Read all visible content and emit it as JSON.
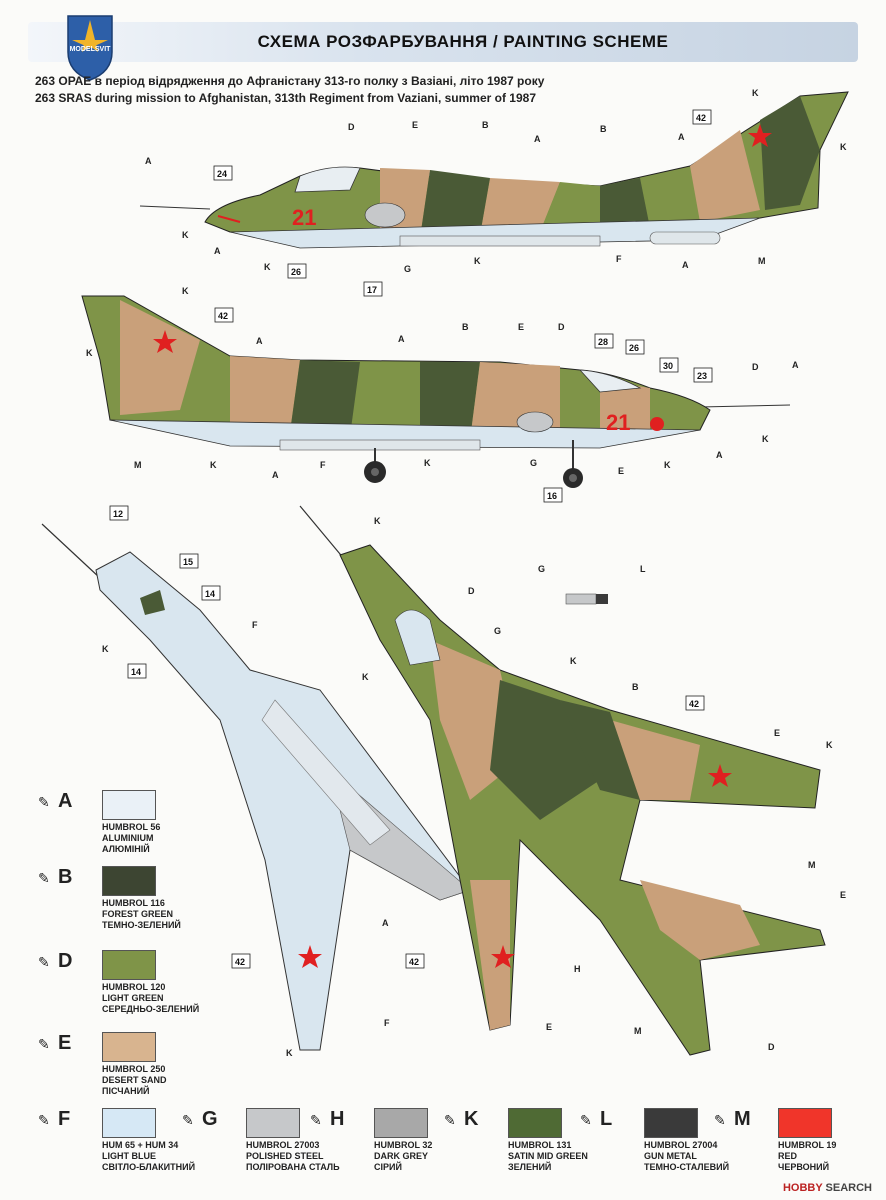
{
  "header": {
    "title": "СХЕМА РОЗФАРБУВАННЯ / PAINTING SCHEME",
    "logo_text": "MODELSVIT"
  },
  "captions": {
    "line1": "263 ОРАЕ в період відрядження до Афганістану 313-го полку з Вазіані, літо 1987 року",
    "line2": "263 SRAS during mission to Afghanistan, 313th Regiment  from Vaziani, summer of 1987"
  },
  "aircraft": {
    "bort_number": "21",
    "colors": {
      "forest": "#4a5a36",
      "light_green": "#7f9448",
      "sand": "#c9a07a",
      "blue": "#d9e6ef",
      "star": "#e02020"
    }
  },
  "callouts": {
    "side1": [
      "24",
      "42",
      "26",
      "17"
    ],
    "side2": [
      "42",
      "28",
      "26",
      "30",
      "23",
      "16"
    ],
    "bottom": [
      "12",
      "15",
      "14",
      "14",
      "42"
    ],
    "top": [
      "42",
      "42"
    ]
  },
  "paint_labels": [
    "A",
    "B",
    "D",
    "E",
    "F",
    "G",
    "H",
    "K",
    "L",
    "M"
  ],
  "legend": [
    {
      "letter": "A",
      "color": "#eaf1f7",
      "line1": "HUMBROL 56",
      "line2": "ALUMINIUM",
      "line3": "АЛЮМІНІЙ"
    },
    {
      "letter": "B",
      "color": "#3d4532",
      "line1": "HUMBROL 116",
      "line2": "FOREST GREEN",
      "line3": "ТЕМНО-ЗЕЛЕНИЙ"
    },
    {
      "letter": "D",
      "color": "#7f9448",
      "line1": "HUMBROL 120",
      "line2": "LIGHT GREEN",
      "line3": "СЕРЕДНЬО-ЗЕЛЕНИЙ"
    },
    {
      "letter": "E",
      "color": "#d8b48f",
      "line1": "HUMBROL 250",
      "line2": "DESERT SAND",
      "line3": "ПІСЧАНИЙ"
    },
    {
      "letter": "F",
      "color": "#d6e8f5",
      "line1": "HUM 65 + HUM 34",
      "line2": "LIGHT BLUE",
      "line3": "СВІТЛО-БЛАКИТНИЙ"
    },
    {
      "letter": "G",
      "color": "#c6c8ca",
      "line1": "HUMBROL 27003",
      "line2": "POLISHED STEEL",
      "line3": "ПОЛІРОВАНА СТАЛЬ"
    },
    {
      "letter": "H",
      "color": "#a8a8a8",
      "line1": "HUMBROL 32",
      "line2": "DARK GREY",
      "line3": "СІРИЙ"
    },
    {
      "letter": "K",
      "color": "#4f6a34",
      "line1": "HUMBROL 131",
      "line2": "SATIN MID GREEN",
      "line3": "ЗЕЛЕНИЙ"
    },
    {
      "letter": "L",
      "color": "#3a3a3a",
      "line1": "HUMBROL 27004",
      "line2": "GUN METAL",
      "line3": "ТЕМНО-СТАЛЕВИЙ"
    },
    {
      "letter": "M",
      "color": "#f0352a",
      "line1": "HUMBROL 19",
      "line2": "RED",
      "line3": "ЧЕРВОНИЙ"
    }
  ],
  "watermark": {
    "brand": "HOBBY",
    "rest": "SEARCH"
  }
}
